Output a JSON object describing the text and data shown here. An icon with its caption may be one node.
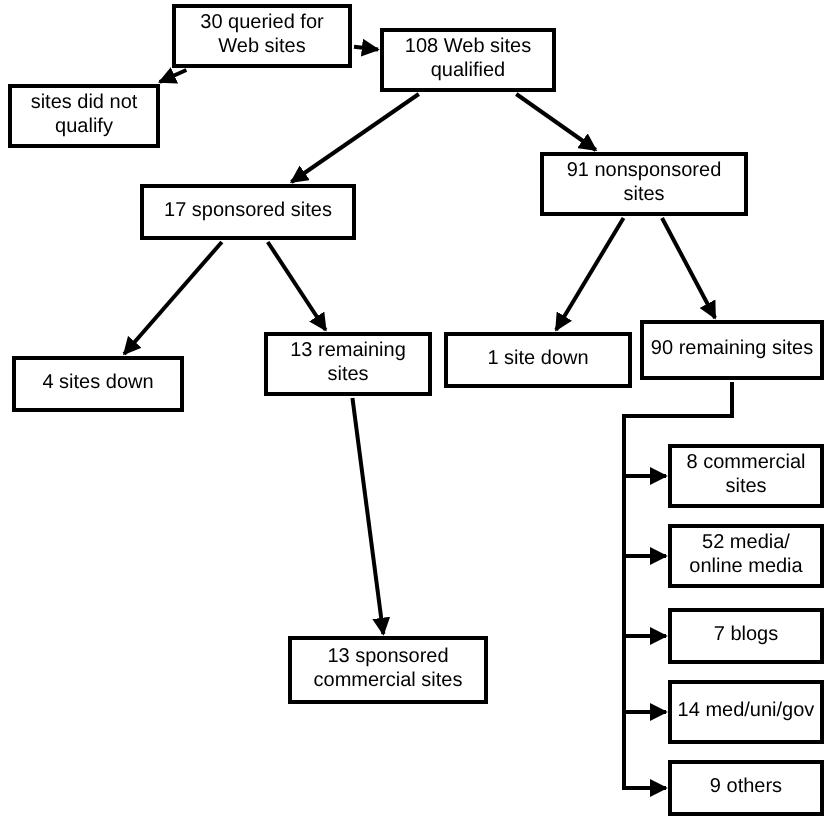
{
  "diagram": {
    "nodes": [
      {
        "text": [
          "30 queried for Web sites"
        ]
      },
      {
        "text": [
          "sites did not qualify"
        ]
      },
      {
        "text": [
          "108 Web sites qualified"
        ]
      },
      {
        "text": [
          "17 sponsored sites"
        ]
      },
      {
        "text": [
          "91 nonsponsored sites"
        ]
      },
      {
        "text": [
          "4 sites down"
        ]
      },
      {
        "text": [
          "13 remaining sites"
        ]
      },
      {
        "text": [
          "1 site down"
        ]
      },
      {
        "text": [
          "90 remaining sites"
        ]
      },
      {
        "text": [
          "13 sponsored commercial sites"
        ]
      },
      {
        "text": [
          "8 commercial sites"
        ]
      },
      {
        "text": [
          "52 media/ online media"
        ]
      },
      {
        "text": [
          "7 blogs"
        ]
      },
      {
        "text": [
          "14 med/uni/gov"
        ]
      },
      {
        "text": [
          "9 others"
        ]
      }
    ],
    "edges": [
      {
        "from": 0,
        "to": 1,
        "arrow": "to"
      },
      {
        "from": 0,
        "to": 2,
        "arrow": "to"
      },
      {
        "from": 2,
        "to": 3,
        "arrow": "to"
      },
      {
        "from": 2,
        "to": 4,
        "arrow": "to"
      },
      {
        "from": 3,
        "to": 5,
        "arrow": "to"
      },
      {
        "from": 3,
        "to": 6,
        "arrow": "to"
      },
      {
        "from": 4,
        "to": 7,
        "arrow": "to"
      },
      {
        "from": 4,
        "to": 8,
        "arrow": "to"
      },
      {
        "from": 6,
        "to": 9,
        "arrow": "to"
      },
      {
        "from": 8,
        "to": 10,
        "arrow": "to"
      },
      {
        "from": 8,
        "to": 11,
        "arrow": "to"
      },
      {
        "from": 8,
        "to": 12,
        "arrow": "to"
      },
      {
        "from": 8,
        "to": 13,
        "arrow": "to"
      },
      {
        "from": 8,
        "to": 14,
        "arrow": "to"
      }
    ]
  }
}
